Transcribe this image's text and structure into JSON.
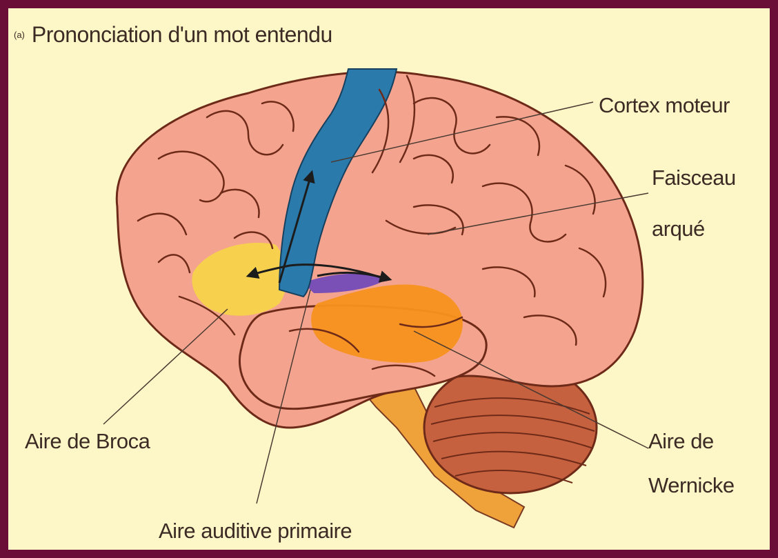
{
  "title": {
    "prefix": "(a)",
    "text": "Prononciation d'un mot entendu"
  },
  "labels": {
    "cortex_moteur": "Cortex moteur",
    "faisceau_line1": "Faisceau",
    "faisceau_line2": "arqué",
    "broca": "Aire de Broca",
    "wernicke_line1": "Aire de",
    "wernicke_line2": "Wernicke",
    "auditive": "Aire auditive primaire"
  },
  "colors": {
    "background": "#fdf6c6",
    "border": "#6a0d37",
    "brain": "#f4a48e",
    "motor_cortex": "#2a7aab",
    "broca_area": "#f7d44a",
    "wernicke_area": "#f7921e",
    "auditory_area": "#7a4fb6",
    "cerebellum": "#c6613f",
    "brainstem": "#f0a23a"
  }
}
